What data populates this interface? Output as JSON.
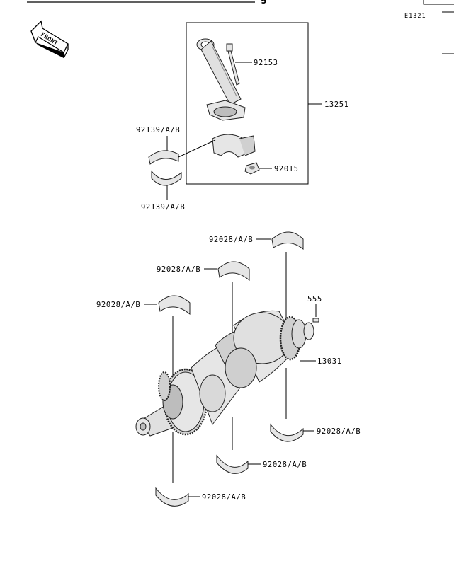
{
  "page": {
    "figure_code": "E1321",
    "front_label": "FRONT",
    "title_partial": "g"
  },
  "colors": {
    "ink": "#000000",
    "part_fill": "#e6e6e6",
    "part_shade": "#bdbdbd",
    "part_dark": "#8a8a8a"
  },
  "labels": {
    "bolt": "92153",
    "conrod_assy": "13251",
    "bearing_upper": "92139/A/B",
    "bearing_lower": "92139/A/B",
    "nut": "92015",
    "main_top_1": "92028/A/B",
    "main_top_2": "92028/A/B",
    "main_top_3": "92028/A/B",
    "pin": "555",
    "crankshaft": "13031",
    "main_bot_1": "92028/A/B",
    "main_bot_2": "92028/A/B",
    "main_bot_3": "92028/A/B"
  }
}
